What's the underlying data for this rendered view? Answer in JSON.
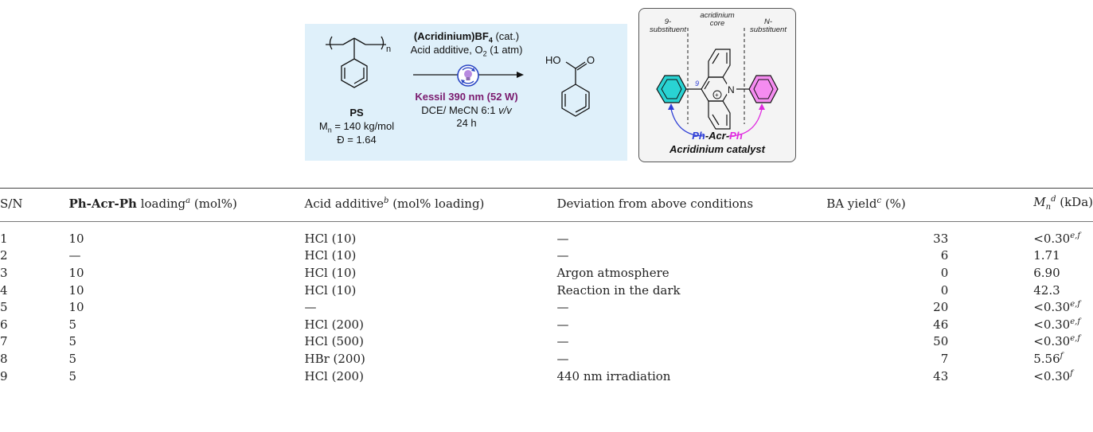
{
  "scheme": {
    "polymer": {
      "label": "PS",
      "mn_text": "M",
      "mn_sub": "n",
      "mn_value": " = 140 kg/mol",
      "dispersity": "Đ = 1.64",
      "repeat_subscript": "n"
    },
    "conditions": {
      "line1_main": "(Acridinium)BF",
      "line1_sub": "4",
      "line1_tail": " (cat.)",
      "line2_main": "Acid additive, O",
      "line2_sub": "2",
      "line2_tail": " (1 atm)",
      "light": "Kessil 390 nm (52 W)",
      "solvent_main": "DCE/ MeCN 6:1 ",
      "solvent_italic": "v/v",
      "time": "24 h"
    },
    "product": {
      "ho_label": "HO",
      "o_label": "O"
    },
    "catalyst": {
      "label_9_line1": "9-",
      "label_9_line2": "substituent",
      "label_core_line1": "acridinium",
      "label_core_line2": "core",
      "label_n_line1": "N-",
      "label_n_line2": "substituent",
      "position_9": "9",
      "n_atom": "N",
      "plus": "+",
      "name_ph1": "Ph",
      "name_acr": "-Acr-",
      "name_ph2": "Ph",
      "caption": "Acridinium catalyst",
      "colors": {
        "left_ring": "#29d3d3",
        "right_ring": "#f58cf0",
        "left_arrow": "#2f3fd6",
        "right_arrow": "#e02be0"
      }
    }
  },
  "table": {
    "headers": {
      "sn": "S/N",
      "loading_bold": "Ph-Acr-Ph",
      "loading_text": " loading",
      "loading_sup": "a",
      "loading_unit": " (mol%)",
      "acid_text": "Acid additive",
      "acid_sup": "b",
      "acid_unit": " (mol% loading)",
      "deviation": "Deviation from above conditions",
      "yield_text": "BA yield",
      "yield_sup": "c",
      "yield_unit": " (%)",
      "mn_text": "M",
      "mn_sub": "n",
      "mn_sup": "d",
      "mn_unit": " (kDa)"
    },
    "rows": [
      {
        "sn": "1",
        "loading": "10",
        "acid": "HCl (10)",
        "deviation": "—",
        "yield": "33",
        "mn": "<0.30",
        "mn_sup": "e,f"
      },
      {
        "sn": "2",
        "loading": "—",
        "acid": "HCl (10)",
        "deviation": "—",
        "yield": "6",
        "mn": "1.71",
        "mn_sup": ""
      },
      {
        "sn": "3",
        "loading": "10",
        "acid": "HCl (10)",
        "deviation": "Argon atmosphere",
        "yield": "0",
        "mn": "6.90",
        "mn_sup": ""
      },
      {
        "sn": "4",
        "loading": "10",
        "acid": "HCl (10)",
        "deviation": "Reaction in the dark",
        "yield": "0",
        "mn": "42.3",
        "mn_sup": ""
      },
      {
        "sn": "5",
        "loading": "10",
        "acid": "—",
        "deviation": "—",
        "yield": "20",
        "mn": "<0.30",
        "mn_sup": "e,f"
      },
      {
        "sn": "6",
        "loading": "5",
        "acid": "HCl (200)",
        "deviation": "—",
        "yield": "46",
        "mn": "<0.30",
        "mn_sup": "e,f"
      },
      {
        "sn": "7",
        "loading": "5",
        "acid": "HCl (500)",
        "deviation": "—",
        "yield": "50",
        "mn": "<0.30",
        "mn_sup": "e,f"
      },
      {
        "sn": "8",
        "loading": "5",
        "acid": "HBr (200)",
        "deviation": "—",
        "yield": "7",
        "mn": "5.56",
        "mn_sup": "f"
      },
      {
        "sn": "9",
        "loading": "5",
        "acid": "HCl (200)",
        "deviation": "440 nm irradiation",
        "yield": "43",
        "mn": "<0.30",
        "mn_sup": "f"
      }
    ]
  }
}
